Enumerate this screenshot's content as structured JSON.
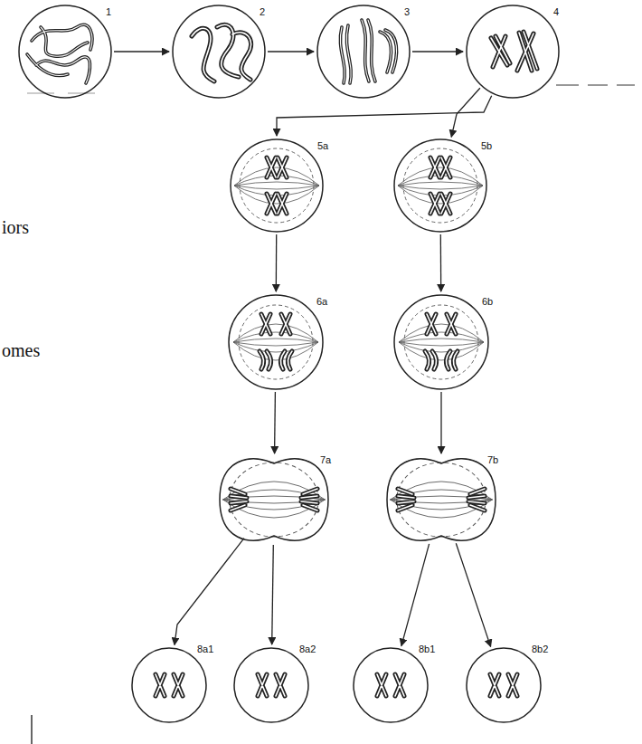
{
  "diagram": {
    "nodes": [
      {
        "text": [
          "1"
        ]
      },
      {
        "text": [
          "2"
        ]
      },
      {
        "text": [
          "3"
        ]
      },
      {
        "text": [
          "4"
        ]
      },
      {
        "text": [
          "5a"
        ]
      },
      {
        "text": [
          "5b"
        ]
      },
      {
        "text": [
          "6a"
        ]
      },
      {
        "text": [
          "6b"
        ]
      },
      {
        "text": [
          "7a"
        ]
      },
      {
        "text": [
          "7b"
        ]
      },
      {
        "text": [
          "8a1"
        ]
      },
      {
        "text": [
          "8a2"
        ]
      },
      {
        "text": [
          "8b1"
        ]
      },
      {
        "text": [
          "8b2"
        ]
      }
    ],
    "edges": [
      {
        "from": 0,
        "to": 1,
        "arrow": "to"
      },
      {
        "from": 1,
        "to": 2,
        "arrow": "to"
      },
      {
        "from": 2,
        "to": 3,
        "arrow": "to"
      },
      {
        "from": 3,
        "to": 4,
        "arrow": "to"
      },
      {
        "from": 3,
        "to": 5,
        "arrow": "to"
      },
      {
        "from": 4,
        "to": 6,
        "arrow": "to"
      },
      {
        "from": 5,
        "to": 7,
        "arrow": "to"
      },
      {
        "from": 6,
        "to": 8,
        "arrow": "to"
      },
      {
        "from": 7,
        "to": 9,
        "arrow": "to"
      },
      {
        "from": 8,
        "to": 10,
        "arrow": "to"
      },
      {
        "from": 8,
        "to": 11,
        "arrow": "to"
      },
      {
        "from": 9,
        "to": 12,
        "arrow": "to"
      },
      {
        "from": 9,
        "to": 13,
        "arrow": "to"
      }
    ],
    "labels": [
      "iors",
      "omes"
    ]
  }
}
